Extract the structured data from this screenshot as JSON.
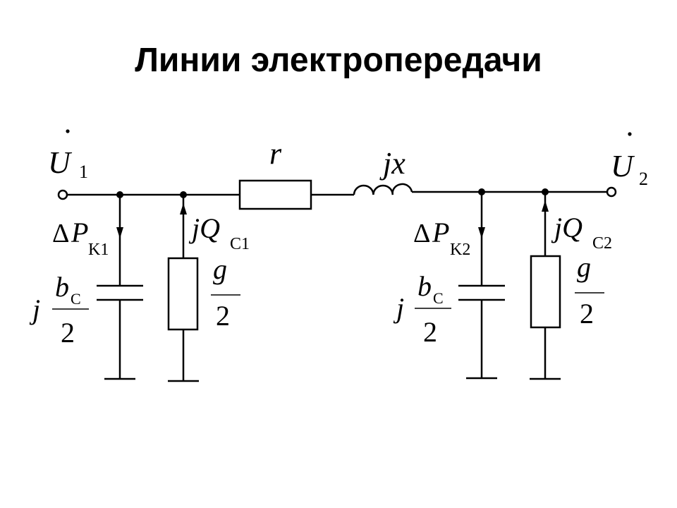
{
  "title": "Линии электропередачи",
  "labels": {
    "u1": "U",
    "u1_sub": "1",
    "u2": "U",
    "u2_sub": "2",
    "r": "r",
    "jx": "jx",
    "delta": "Δ",
    "p": "P",
    "k1_sub": "K1",
    "k2_sub": "K2",
    "jq": "jQ",
    "c1_sub": "C1",
    "c2_sub": "C2",
    "j": "j",
    "b": "b",
    "b_sub": "C",
    "two": "2",
    "g": "g"
  }
}
